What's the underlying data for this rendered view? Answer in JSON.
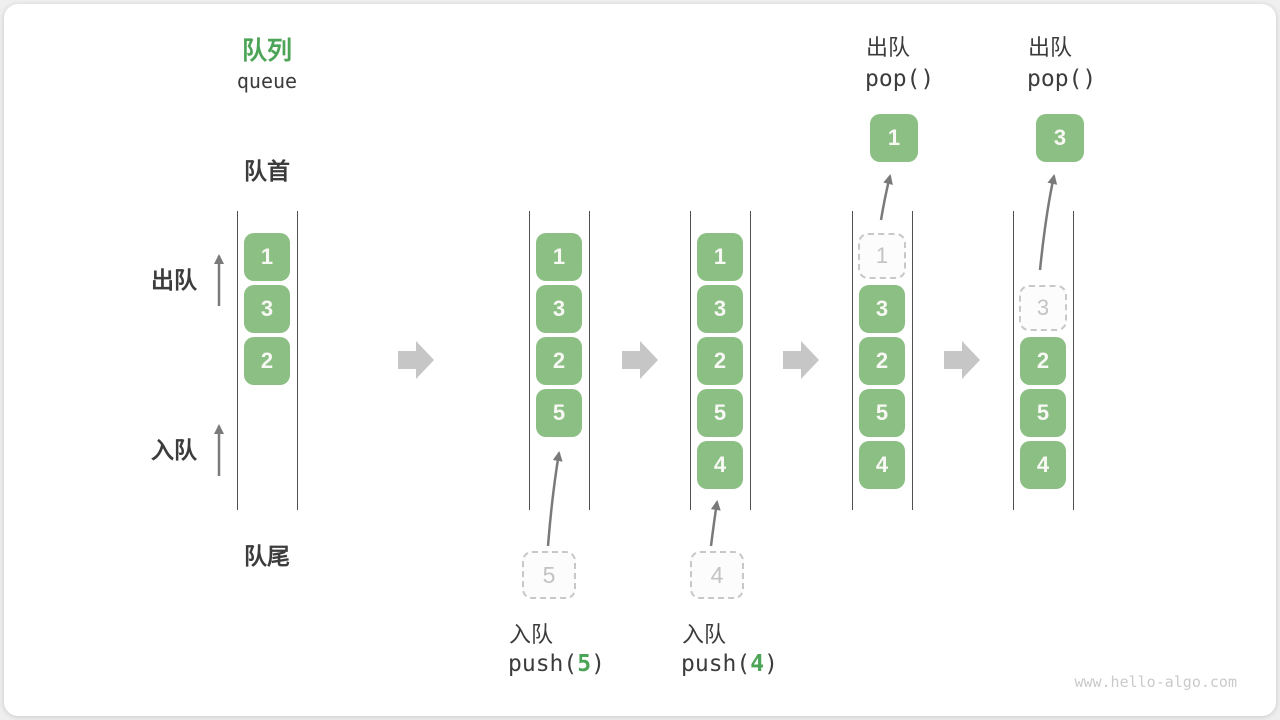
{
  "title": {
    "zh": "队列",
    "en": "queue"
  },
  "side_labels": {
    "front": "队首",
    "rear": "队尾",
    "dequeue": "出队",
    "enqueue": "入队"
  },
  "queues": [
    {
      "cells": [
        "1",
        "3",
        "2"
      ]
    },
    {
      "cells": [
        "1",
        "3",
        "2",
        "5"
      ],
      "staging": "5"
    },
    {
      "cells": [
        "1",
        "3",
        "2",
        "5",
        "4"
      ],
      "staging": "4"
    },
    {
      "ghost": "1",
      "cells": [
        "3",
        "2",
        "5",
        "4"
      ],
      "popped": "1"
    },
    {
      "ghost": "3",
      "cells": [
        "2",
        "5",
        "4"
      ],
      "popped": "3"
    }
  ],
  "operations": {
    "push5": {
      "label": "入队",
      "code_pre": "push(",
      "arg": "5",
      "code_post": ")"
    },
    "push4": {
      "label": "入队",
      "code_pre": "push(",
      "arg": "4",
      "code_post": ")"
    },
    "pop1": {
      "label": "出队",
      "code": "pop()"
    },
    "pop3": {
      "label": "出队",
      "code": "pop()"
    }
  },
  "watermark": "www.hello-algo.com",
  "colors": {
    "block_green": "#8CBF83",
    "accent_green": "#4CA457",
    "text_dark": "#3C3C3C",
    "rail_line": "#515151",
    "ghost_gray": "#C8C8C8",
    "flow_arrow_gray": "#C6C6C6",
    "thin_arrow_gray": "#7A7A7A"
  }
}
